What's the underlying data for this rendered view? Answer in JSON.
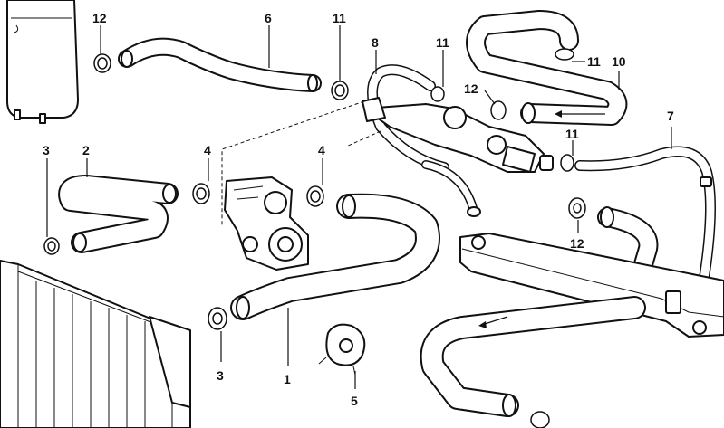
{
  "callouts": [
    {
      "id": "c-12a",
      "text": "12"
    },
    {
      "id": "c-6",
      "text": "6"
    },
    {
      "id": "c-11a",
      "text": "11"
    },
    {
      "id": "c-8",
      "text": "8"
    },
    {
      "id": "c-11b",
      "text": "11"
    },
    {
      "id": "c-11c",
      "text": "11"
    },
    {
      "id": "c-10",
      "text": "10"
    },
    {
      "id": "c-12b",
      "text": "12"
    },
    {
      "id": "c-7",
      "text": "7"
    },
    {
      "id": "c-11d",
      "text": "11"
    },
    {
      "id": "c-3a",
      "text": "3"
    },
    {
      "id": "c-2",
      "text": "2"
    },
    {
      "id": "c-4a",
      "text": "4"
    },
    {
      "id": "c-4b",
      "text": "4"
    },
    {
      "id": "c-12c",
      "text": "12"
    },
    {
      "id": "c-3b",
      "text": "3"
    },
    {
      "id": "c-1",
      "text": "1"
    },
    {
      "id": "c-5",
      "text": "5"
    }
  ]
}
